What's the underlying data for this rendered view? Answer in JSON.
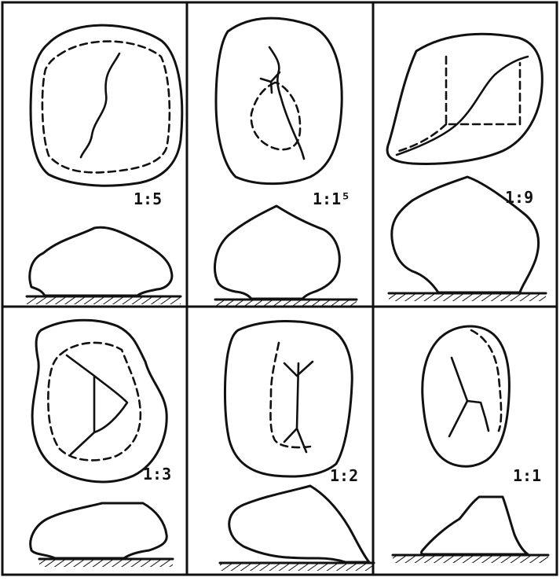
{
  "figure": {
    "panels": [
      {
        "ratio_label": "1:5"
      },
      {
        "ratio_label": "1:1⁵"
      },
      {
        "ratio_label": "1:9"
      },
      {
        "ratio_label": "1:3"
      },
      {
        "ratio_label": "1:2"
      },
      {
        "ratio_label": "1:1"
      }
    ]
  }
}
